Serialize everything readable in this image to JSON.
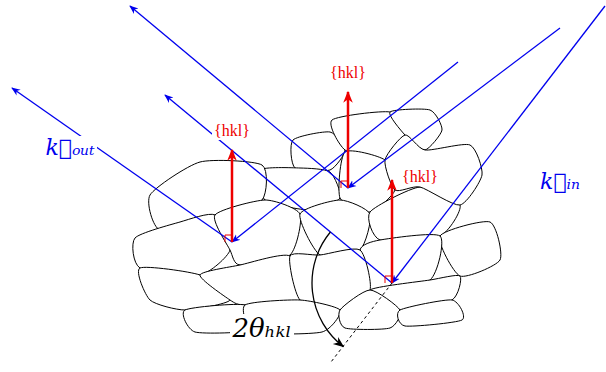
{
  "diagram": {
    "labels": [
      "{hkl}",
      "{hkl}",
      "{hkl}",
      "k⃗ₒᵤₜ",
      "k⃗ᵢₙ",
      "2θₕₖₗ"
    ]
  }
}
